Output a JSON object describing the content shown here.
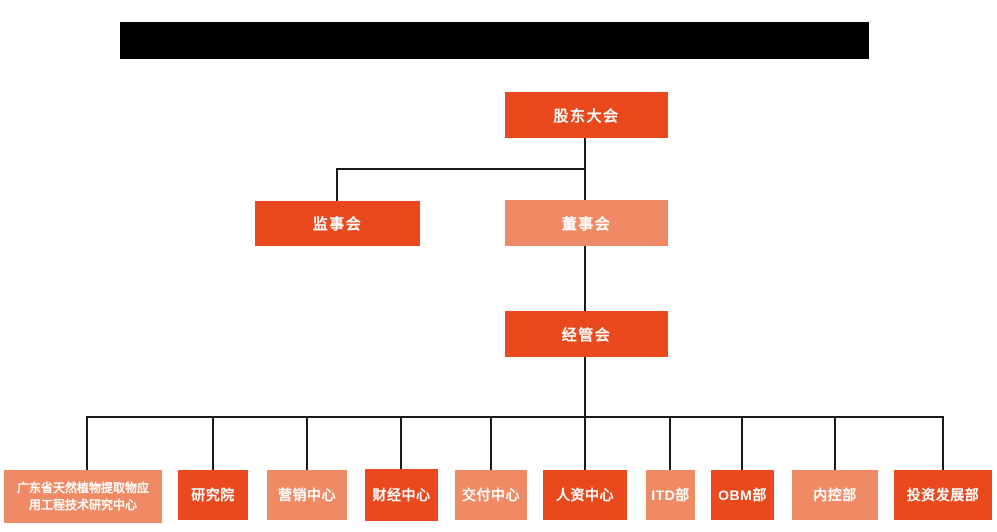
{
  "colors": {
    "primary": "#e9491d",
    "secondary": "#f08a64",
    "line": "#1a1a1a",
    "node_text": "#ffffff",
    "redacted_bar": "#000000",
    "background": "#ffffff"
  },
  "org_chart": {
    "root": {
      "label": "股东大会",
      "variant": "primary"
    },
    "level2": [
      {
        "label": "监事会",
        "variant": "primary"
      },
      {
        "label": "董事会",
        "variant": "secondary"
      }
    ],
    "level3": {
      "label": "经管会",
      "variant": "primary"
    },
    "departments": [
      {
        "label": "广东省天然植物提取物应\n用工程技术研究中心",
        "variant": "secondary"
      },
      {
        "label": "研究院",
        "variant": "primary"
      },
      {
        "label": "营销中心",
        "variant": "secondary"
      },
      {
        "label": "财经中心",
        "variant": "primary"
      },
      {
        "label": "交付中心",
        "variant": "secondary"
      },
      {
        "label": "人资中心",
        "variant": "primary"
      },
      {
        "label": "ITD部",
        "variant": "secondary"
      },
      {
        "label": "OBM部",
        "variant": "primary"
      },
      {
        "label": "内控部",
        "variant": "secondary"
      },
      {
        "label": "投资发展部",
        "variant": "primary"
      }
    ]
  }
}
